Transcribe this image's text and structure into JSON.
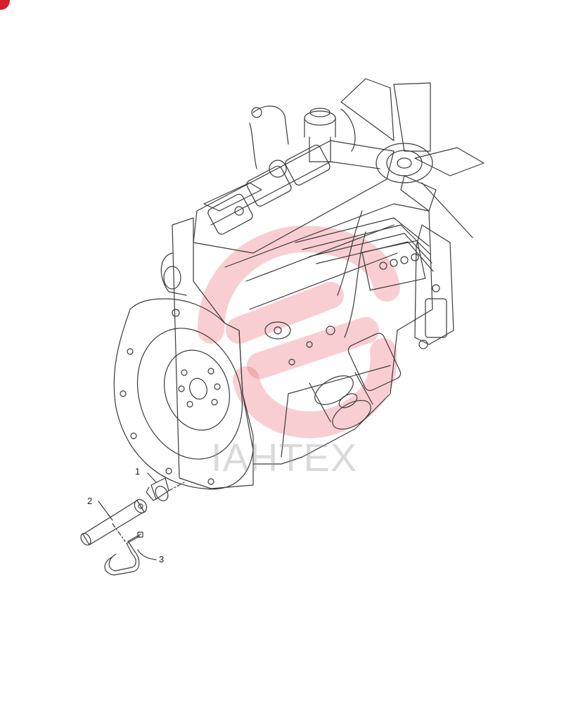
{
  "diagram": {
    "callouts": [
      {
        "id": "callout-1",
        "label": "1"
      },
      {
        "id": "callout-2",
        "label": "2"
      },
      {
        "id": "callout-3",
        "label": "3"
      }
    ],
    "watermark_text": "IAHTEX",
    "colors": {
      "line": "#3a3a3a",
      "watermark": "#e23a4a",
      "badge": "#d6202e"
    }
  }
}
